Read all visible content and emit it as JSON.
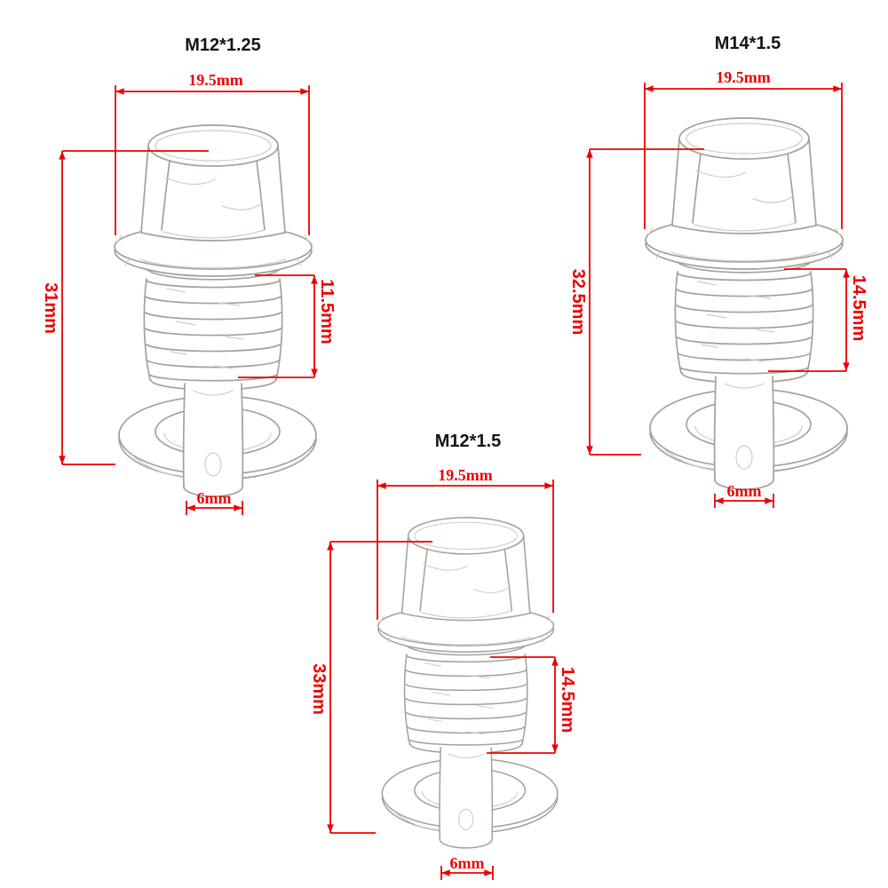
{
  "page": {
    "background_color": "#ffffff",
    "accent_red": "#ee0000",
    "sketch_line_color": "#a6a09a",
    "title_color": "#151515"
  },
  "bolts": [
    {
      "title": "M12*1.25",
      "head_width": "19.5mm",
      "total_length": "31mm",
      "thread_length": "11.5mm",
      "tip_width": "6mm"
    },
    {
      "title": "M14*1.5",
      "head_width": "19.5mm",
      "total_length": "32.5mm",
      "thread_length": "14.5mm",
      "tip_width": "6mm"
    },
    {
      "title": "M12*1.5",
      "head_width": "19.5mm",
      "total_length": "33mm",
      "thread_length": "14.5mm",
      "tip_width": "6mm"
    }
  ]
}
